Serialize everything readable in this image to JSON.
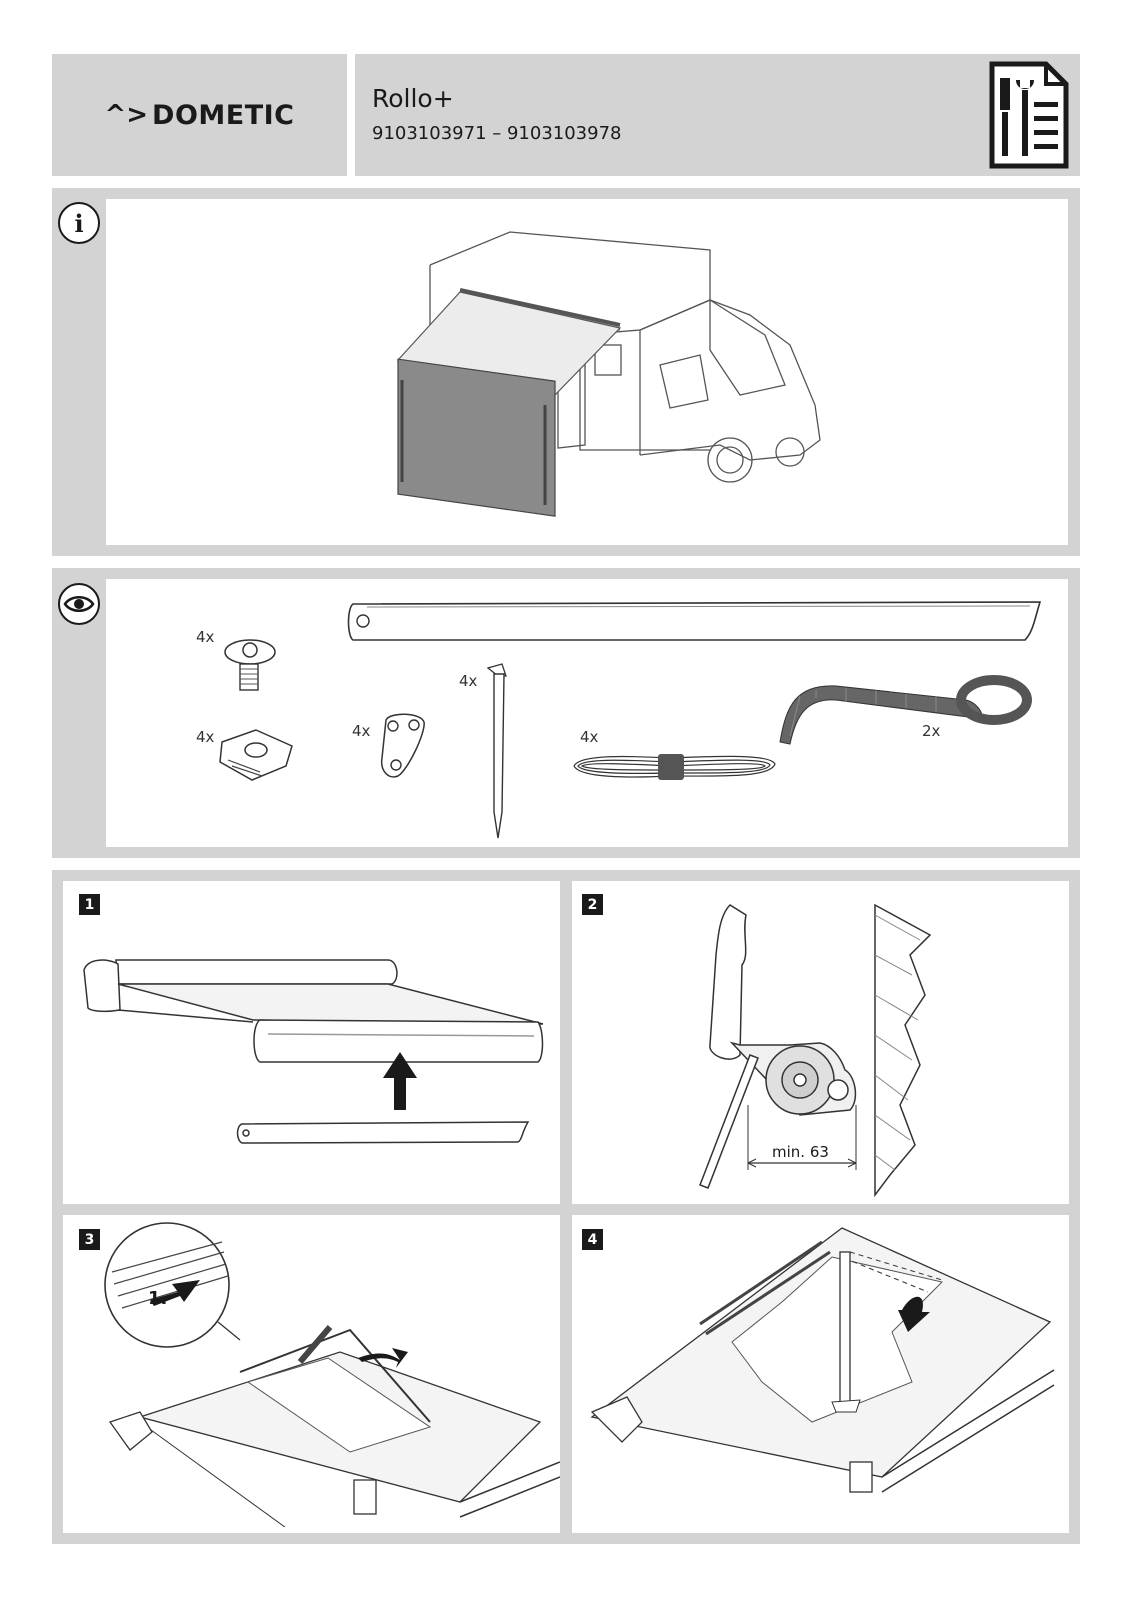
{
  "header": {
    "brand": "DOMETIC",
    "brand_mark": "^>",
    "product_name": "Rollo+",
    "article_numbers": "9103103971 – 9103103978",
    "doc_icon": "installation-document-icon"
  },
  "overview": {
    "icon": "info-icon",
    "icon_glyph": "i",
    "illustration": "motorhome-with-rollo-awning"
  },
  "parts": {
    "icon": "eye-icon",
    "items": [
      {
        "name": "screw",
        "quantity": "4x"
      },
      {
        "name": "slot-nut",
        "quantity": "4x"
      },
      {
        "name": "triangle-plate",
        "quantity": "4x"
      },
      {
        "name": "tent-peg",
        "quantity": "4x"
      },
      {
        "name": "guy-rope",
        "quantity": "4x"
      },
      {
        "name": "strap",
        "quantity": "2x"
      },
      {
        "name": "bottom-bar",
        "quantity": ""
      }
    ]
  },
  "steps": [
    {
      "number": "1",
      "illustration": "insert-bar-into-awning"
    },
    {
      "number": "2",
      "illustration": "wall-clearance-profile",
      "dimension_label": "min. 63"
    },
    {
      "number": "3",
      "illustration": "release-support-arm",
      "callout": "1."
    },
    {
      "number": "4",
      "illustration": "swing-down-support-leg"
    }
  ]
}
